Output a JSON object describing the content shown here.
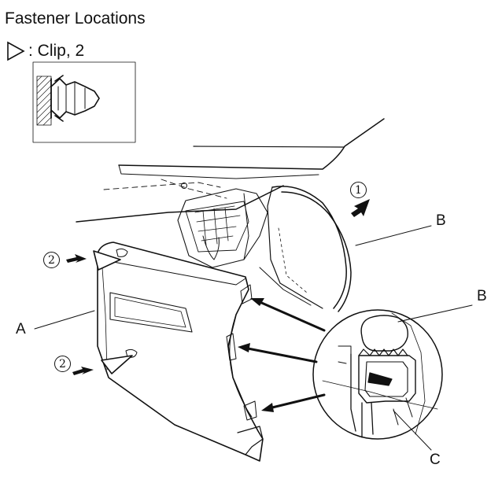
{
  "title": "Fastener Locations",
  "legend": {
    "symbol": "triangle-outline-icon",
    "text": ": Clip, 2"
  },
  "callouts": {
    "a": "A",
    "b_upper": "B",
    "b_lower": "B",
    "c": "C"
  },
  "steps": {
    "one": "1",
    "two_upper": "2",
    "two_lower": "2"
  }
}
